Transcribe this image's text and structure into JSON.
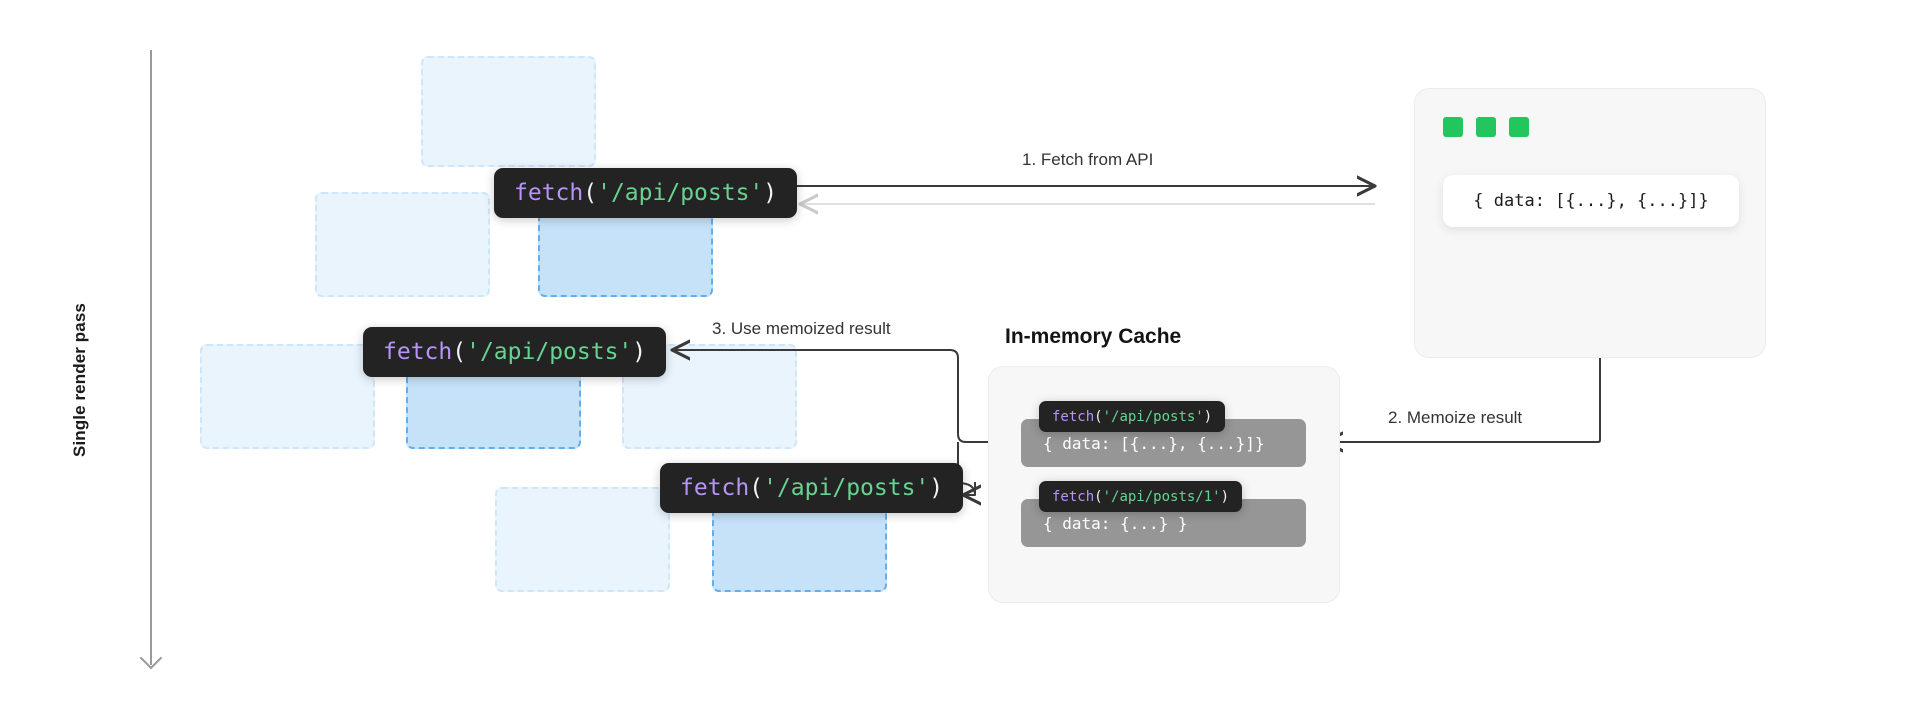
{
  "diagram": {
    "axis_label": "Single render pass"
  },
  "code_chips": [
    {
      "id": "fetch-top",
      "fn": "fetch",
      "open": "(",
      "arg": "'/api/posts'",
      "close": ")"
    },
    {
      "id": "fetch-middle",
      "fn": "fetch",
      "open": "(",
      "arg": "'/api/posts'",
      "close": ")"
    },
    {
      "id": "fetch-bottom",
      "fn": "fetch",
      "open": "(",
      "arg": "'/api/posts'",
      "close": ")"
    }
  ],
  "api_server": {
    "lights": [
      "server-status-light",
      "server-status-light",
      "server-status-light"
    ],
    "light_color": "#22c55e",
    "response": "{ data: [{...}, {...}]}"
  },
  "cache": {
    "title": "In-memory Cache",
    "entries": [
      {
        "key_fn": "fetch",
        "key_open": "(",
        "key_arg": "'/api/posts'",
        "key_close": ")",
        "value": "{ data: [{...}, {...}]}"
      },
      {
        "key_fn": "fetch",
        "key_open": "(",
        "key_arg": "'/api/posts/1'",
        "key_close": ")",
        "value": "{ data: {...} }"
      }
    ]
  },
  "steps": [
    {
      "id": "step-1",
      "label": "1. Fetch from API"
    },
    {
      "id": "step-2",
      "label": "2. Memoize result"
    },
    {
      "id": "step-3",
      "label": "3. Use memoized result"
    }
  ],
  "colors": {
    "accent_green": "#22c55e",
    "chip_bg": "#232323",
    "string_token": "#68d391",
    "function_token": "#b794f6",
    "component_pale": "#eaf4fd",
    "component_strong": "#c6e2f9",
    "cache_value_bg": "#969696"
  }
}
